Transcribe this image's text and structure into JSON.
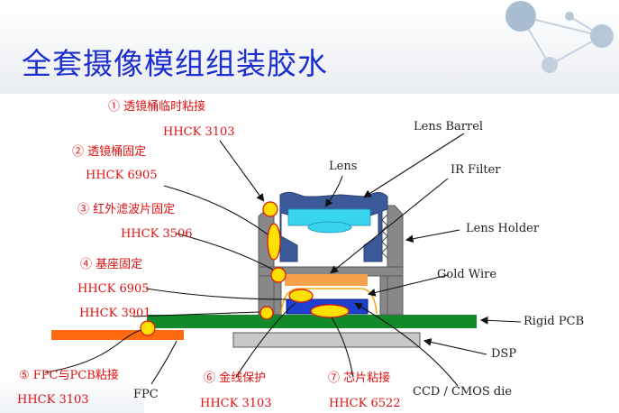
{
  "title": "全套摄像模组组装胶水",
  "labels": {
    "l1": "① 透镜桶临时粘接",
    "c1": "HHCK 3103",
    "l2": "② 透镜桶固定",
    "c2": "HHCK 6905",
    "l3": "③ 红外滤波片固定",
    "c3": "HHCK 3506",
    "l4": "④ 基座固定",
    "c4a": "HHCK 6905",
    "c4b": "HHCK 3901",
    "l5": "⑤ FPC与PCB粘接",
    "c5": "HHCK 3103",
    "l6": "⑥ 金线保护",
    "c6": "HHCK 3103",
    "l7": "⑦ 芯片粘接",
    "c7": "HHCK 6522",
    "lens_barrel": "Lens Barrel",
    "lens": "Lens",
    "ir_filter": "IR Filter",
    "lens_holder": "Lens Holder",
    "gold_wire": "Gold Wire",
    "rigid_pcb": "Rigid PCB",
    "dsp": "DSP",
    "fpc": "FPC",
    "ccd": "CCD / CMOS die"
  },
  "colors": {
    "title": "#1b2fd0",
    "callout": "#e01010",
    "holder": "#888888",
    "barrel": "#3c5a9a",
    "lens": "#38d3ee",
    "filter": "#f5a04a",
    "pcb": "#128a2a",
    "fpc": "#ff6a10",
    "dsp": "#c8c8c8",
    "die": "#1f3fd0",
    "glue": "#ffe000"
  }
}
